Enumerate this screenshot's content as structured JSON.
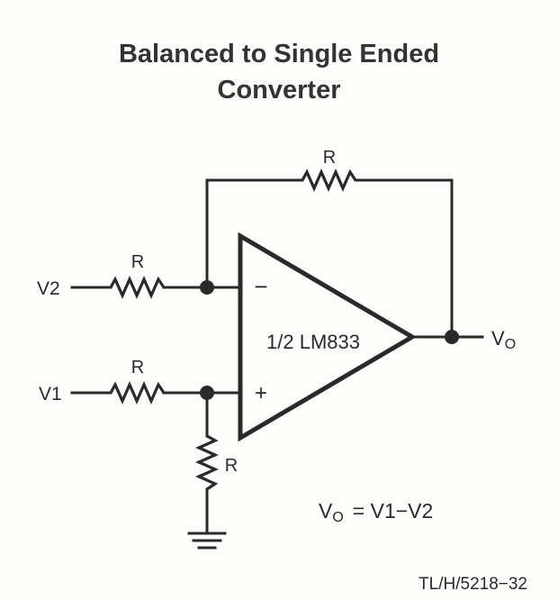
{
  "title": {
    "line1": "Balanced to Single Ended",
    "line2": "Converter"
  },
  "labels": {
    "r_feedback": "R",
    "r_v2": "R",
    "r_v1": "R",
    "r_ground": "R",
    "v2": "V2",
    "v1": "V1",
    "vo_main": "V",
    "vo_sub": "O",
    "minus": "−",
    "plus": "+",
    "opamp": "1/2 LM833"
  },
  "equation": {
    "vo_main": "V",
    "vo_sub": "O",
    "rhs": "= V1−V2"
  },
  "figure_id": "TL/H/5218−32"
}
